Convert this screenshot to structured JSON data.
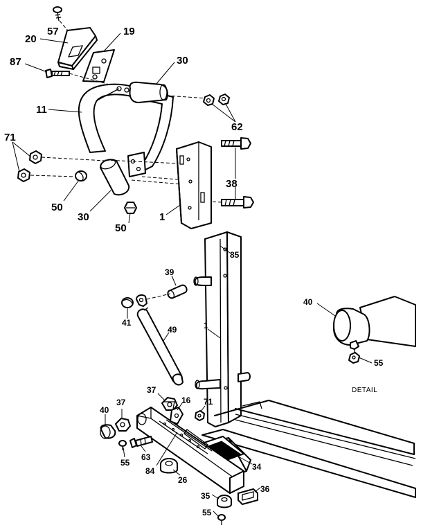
{
  "diagram": {
    "callouts": [
      {
        "id": "c57",
        "text": "57"
      },
      {
        "id": "c20",
        "text": "20"
      },
      {
        "id": "c19",
        "text": "19"
      },
      {
        "id": "c87",
        "text": "87"
      },
      {
        "id": "c30a",
        "text": "30"
      },
      {
        "id": "c11",
        "text": "11"
      },
      {
        "id": "c62",
        "text": "62"
      },
      {
        "id": "c71a",
        "text": "71"
      },
      {
        "id": "c38",
        "text": "38"
      },
      {
        "id": "c50a",
        "text": "50"
      },
      {
        "id": "c30b",
        "text": "30"
      },
      {
        "id": "c50b",
        "text": "50"
      },
      {
        "id": "c1a",
        "text": "1"
      },
      {
        "id": "c85",
        "text": "85"
      },
      {
        "id": "c39",
        "text": "39"
      },
      {
        "id": "c41",
        "text": "41"
      },
      {
        "id": "c49",
        "text": "49"
      },
      {
        "id": "c1b",
        "text": "1"
      },
      {
        "id": "c40a",
        "text": "40"
      },
      {
        "id": "c55a",
        "text": "55"
      },
      {
        "id": "c37a",
        "text": "37"
      },
      {
        "id": "c16",
        "text": "16"
      },
      {
        "id": "c71b",
        "text": "71"
      },
      {
        "id": "c40b",
        "text": "40"
      },
      {
        "id": "c37b",
        "text": "37"
      },
      {
        "id": "c55b",
        "text": "55"
      },
      {
        "id": "c63",
        "text": "63"
      },
      {
        "id": "c84",
        "text": "84"
      },
      {
        "id": "c26",
        "text": "26"
      },
      {
        "id": "c34",
        "text": "34"
      },
      {
        "id": "c35",
        "text": "35"
      },
      {
        "id": "c36",
        "text": "36"
      },
      {
        "id": "c55c",
        "text": "55"
      }
    ],
    "detail_caption": "DETAIL"
  }
}
